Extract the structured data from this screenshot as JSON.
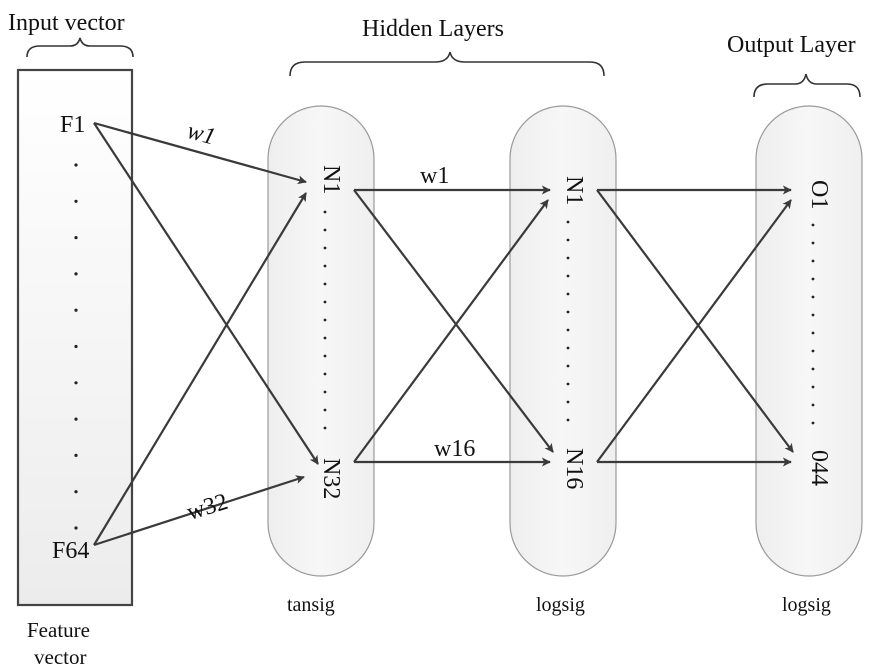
{
  "headers": {
    "input": "Input vector",
    "hidden": "Hidden Layers",
    "output": "Output Layer"
  },
  "input_box": {
    "first": "F1",
    "last": "F64",
    "caption_line1": "Feature",
    "caption_line2": "vector"
  },
  "layers": [
    {
      "first": "N1",
      "last": "N32",
      "activation": "tansig"
    },
    {
      "first": "N1",
      "last": "N16",
      "activation": "logsig"
    },
    {
      "first": "O1",
      "last": "044",
      "activation": "logsig"
    }
  ],
  "weights": {
    "input_top": "w1",
    "input_bottom": "w32",
    "hidden_top": "w1",
    "hidden_bottom": "w16"
  },
  "colors": {
    "arrow": "#3a3a3a",
    "layer_fill": "#f2f2f2",
    "layer_stroke": "#9a9a9a",
    "box_stroke": "#444444"
  }
}
